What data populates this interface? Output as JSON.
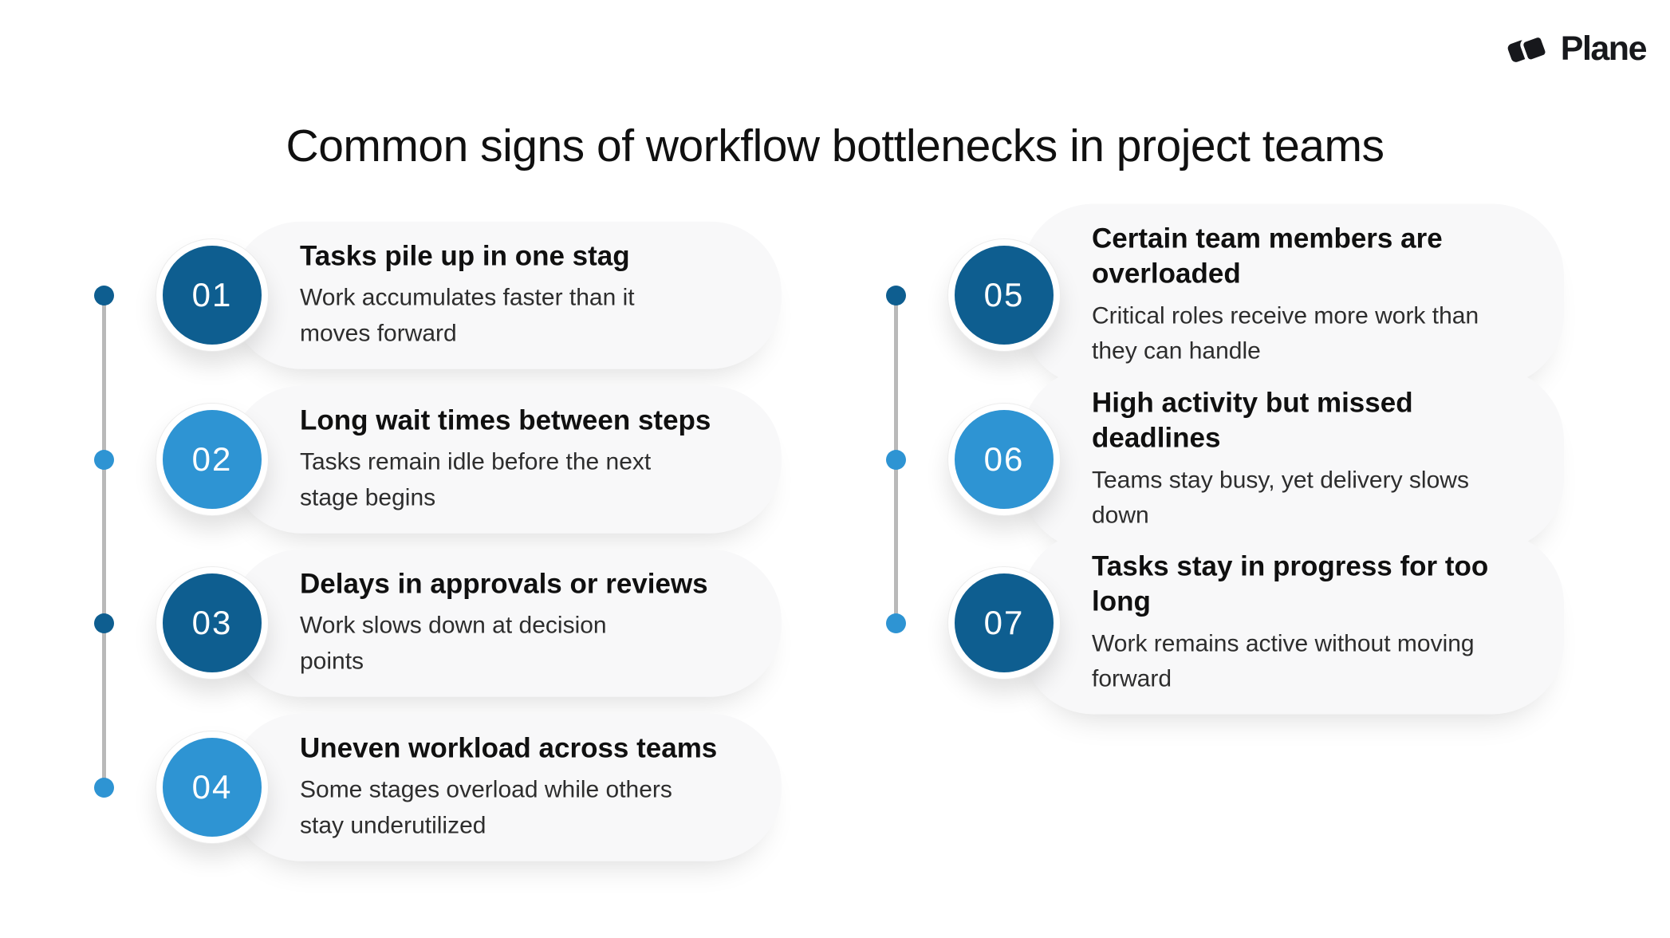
{
  "brand": {
    "name": "Plane",
    "color": "#17181c",
    "logomark_icon": "plane-logomark"
  },
  "title": "Common signs of workflow bottlenecks in project teams",
  "theme": {
    "background": "#ffffff",
    "dark_blue": "#0e5e90",
    "light_blue": "#2e94d3",
    "timeline_line": "#b9b9b9",
    "card_background": "#f8f8f9",
    "heading_text": "#101010",
    "body_text": "#2d2d2d",
    "number_text": "#ffffff"
  },
  "columns": [
    {
      "items": [
        {
          "number": "01",
          "title": "Tasks pile up in one stag",
          "description": "Work accumulates faster than it\nmoves forward",
          "tone": "dark",
          "dot_tone": "dark"
        },
        {
          "number": "02",
          "title": "Long wait times between steps",
          "description": "Tasks remain idle before the next\nstage begins",
          "tone": "light",
          "dot_tone": "light"
        },
        {
          "number": "03",
          "title": "Delays in approvals or reviews",
          "description": "Work slows down at decision\npoints",
          "tone": "dark",
          "dot_tone": "dark"
        },
        {
          "number": "04",
          "title": "Uneven workload across teams",
          "description": "Some stages overload while others\nstay underutilized",
          "tone": "light",
          "dot_tone": "light"
        }
      ]
    },
    {
      "items": [
        {
          "number": "05",
          "title": "Certain team members are\noverloaded",
          "description": "Critical roles receive more work than\nthey can handle",
          "tone": "dark",
          "dot_tone": "dark"
        },
        {
          "number": "06",
          "title": "High activity but missed deadlines",
          "description": "Teams stay busy, yet delivery slows\ndown",
          "tone": "light",
          "dot_tone": "light"
        },
        {
          "number": "07",
          "title": "Tasks stay in progress for too long",
          "description": "Work remains active without moving\nforward",
          "tone": "dark",
          "dot_tone": "light"
        }
      ]
    }
  ]
}
